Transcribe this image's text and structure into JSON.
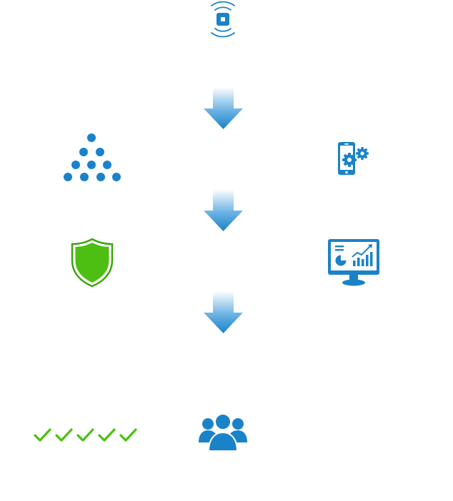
{
  "diagram": {
    "nodes": [
      {
        "id": "sensor",
        "icon": "sensor-signal-icon"
      },
      {
        "id": "dots",
        "icon": "dot-pyramid-icon"
      },
      {
        "id": "mobile",
        "icon": "mobile-settings-icon"
      },
      {
        "id": "shield",
        "icon": "shield-icon"
      },
      {
        "id": "monitor",
        "icon": "analytics-monitor-icon"
      },
      {
        "id": "checks",
        "icon": "checkmarks-icon",
        "count": 5
      },
      {
        "id": "users",
        "icon": "users-group-icon"
      }
    ],
    "arrows": 3
  },
  "colors": {
    "blue": "#1a82c9",
    "arrow_top": "#ffffff",
    "arrow_bottom": "#1a82c9",
    "green": "#4cbf12",
    "green_outline": "#3aa50a"
  }
}
